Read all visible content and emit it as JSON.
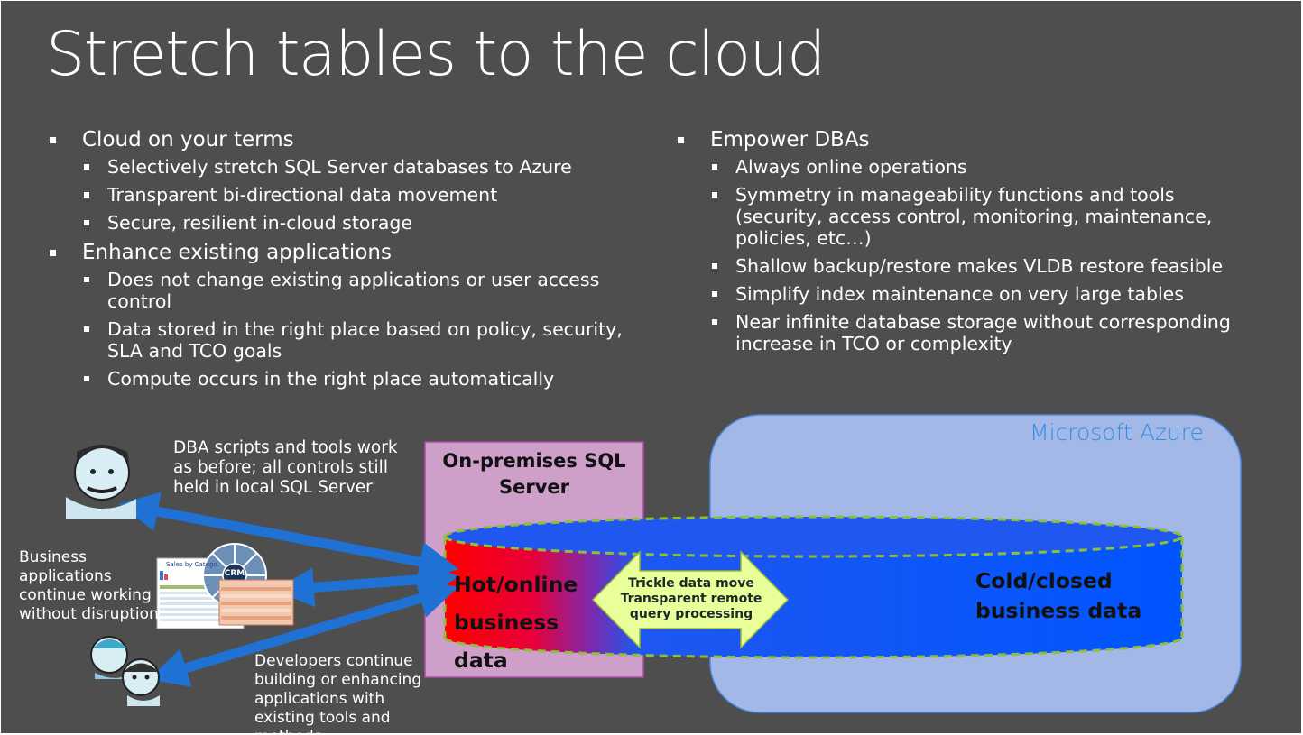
{
  "slide": {
    "title": "Stretch tables to the cloud"
  },
  "left_column": [
    {
      "text": "Cloud on your terms",
      "sub": [
        "Selectively stretch SQL Server databases to Azure",
        "Transparent bi-directional data movement",
        "Secure, resilient in-cloud storage"
      ]
    },
    {
      "text": "Enhance existing applications",
      "sub": [
        "Does not change existing applications or user access control",
        "Data stored in the right place based on policy, security, SLA and TCO goals",
        "Compute occurs in the right place automatically"
      ]
    }
  ],
  "right_column": [
    {
      "text": "Empower DBAs",
      "sub": [
        "Always online operations",
        "Symmetry in manageability functions and tools (security, access control, monitoring, maintenance, policies, etc…)",
        "Shallow backup/restore makes VLDB restore feasible",
        "Simplify index maintenance on very large tables",
        "Near infinite database storage without corresponding increase in TCO or complexity"
      ]
    }
  ],
  "diagram": {
    "azure_label": "Microsoft Azure",
    "onprem_label": "On-premises SQL Server",
    "hot_data": "Hot/online business data",
    "cold_data": "Cold/closed business data",
    "arrow_text": [
      "Trickle data move",
      "Transparent remote",
      "query processing"
    ],
    "dba_text": "DBA scripts and tools work as before; all controls still held in local SQL Server",
    "business_text": "Business applications continue working without disruption",
    "dev_text": "Developers continue building or enhancing applications with existing tools and methods",
    "crm_label": "CRM",
    "report_label": "Sales by Catego"
  },
  "colors": {
    "background": "#4e4e4e",
    "azure_box": "#a3b8e6",
    "azure_text": "#2f8fe6",
    "onprem_box": "#cd9fc9",
    "hot": "#ff0000",
    "cold": "#0055ff",
    "arrow_fill": "#e9ff9a",
    "connector": "#2071d4"
  }
}
